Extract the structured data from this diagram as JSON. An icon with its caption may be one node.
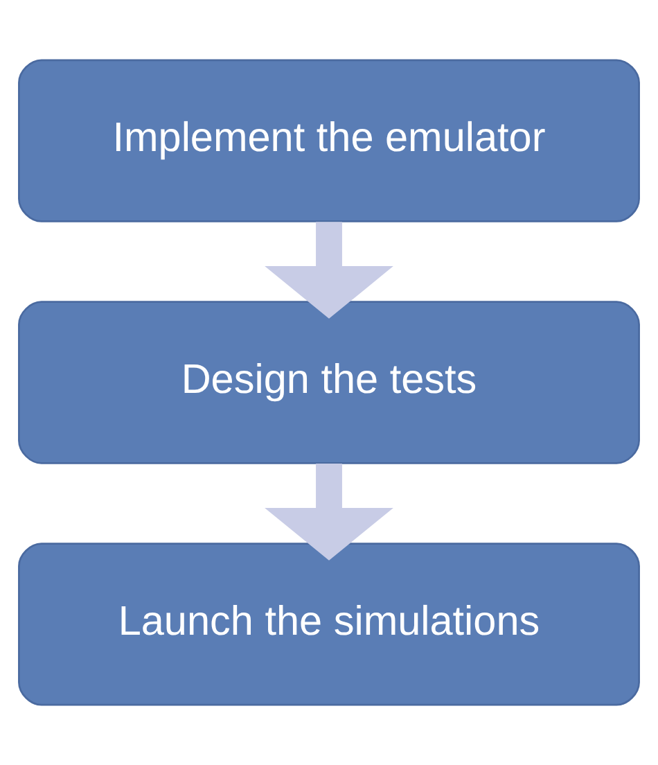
{
  "diagram": {
    "nodes": [
      {
        "text": [
          "Implement the emulator"
        ]
      },
      {
        "text": [
          "Design the tests"
        ]
      },
      {
        "text": [
          "Launch the simulations"
        ]
      }
    ],
    "edges": [
      {
        "from": 0,
        "to": 1,
        "arrow": "to"
      },
      {
        "from": 1,
        "to": 2,
        "arrow": "to"
      }
    ]
  }
}
